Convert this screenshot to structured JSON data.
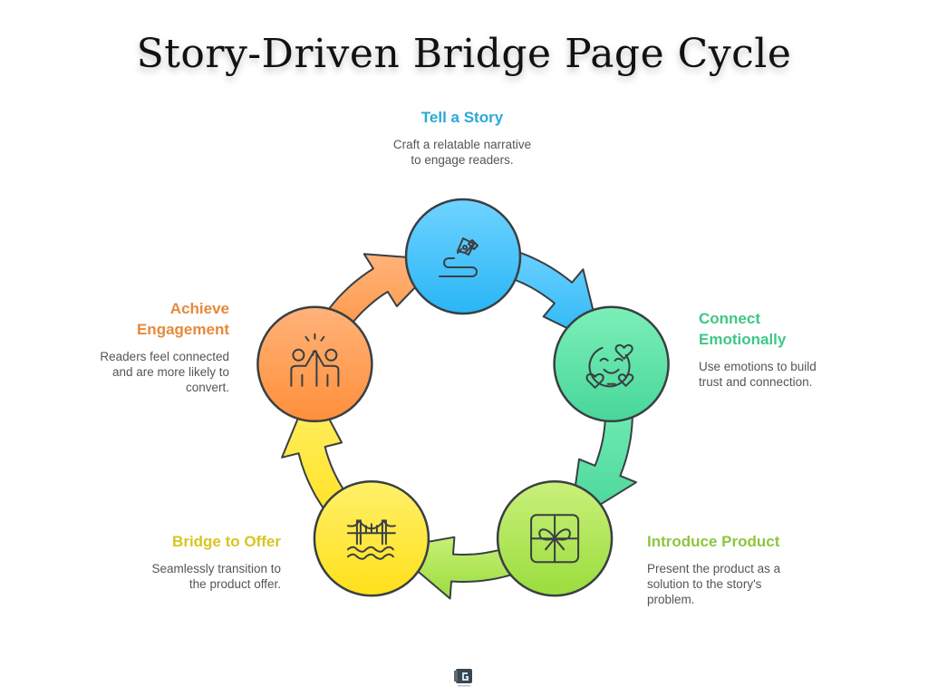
{
  "title": "Story-Driven Bridge Page Cycle",
  "steps": [
    {
      "id": "tell-a-story",
      "title": "Tell a Story",
      "description_lines": [
        "Craft a relatable narrative",
        "to engage readers."
      ],
      "icon": "pen-nib-icon",
      "color": "#29B6F6",
      "color_light": "#6FD3FF",
      "text_color": "#29A9DA"
    },
    {
      "id": "connect-emotionally",
      "title_lines": [
        "Connect",
        "Emotionally"
      ],
      "description_lines": [
        "Use emotions to build",
        "trust and connection."
      ],
      "icon": "smiley-hearts-icon",
      "color": "#48D69A",
      "color_light": "#7BF0B8",
      "text_color": "#3FC786"
    },
    {
      "id": "introduce-product",
      "title": "Introduce Product",
      "description_lines": [
        "Present the product as a",
        "solution to the story's",
        "problem."
      ],
      "icon": "gift-box-icon",
      "color": "#9BDD3D",
      "color_light": "#C9F07A",
      "text_color": "#8CC63F"
    },
    {
      "id": "bridge-to-offer",
      "title": "Bridge to Offer",
      "description_lines": [
        "Seamlessly transition to",
        "the product offer."
      ],
      "icon": "bridge-icon",
      "color": "#FFE01A",
      "color_light": "#FFF06A",
      "text_color": "#D9C520"
    },
    {
      "id": "achieve-engagement",
      "title_lines": [
        "Achieve",
        "Engagement"
      ],
      "description_lines": [
        "Readers feel connected",
        "and are more likely to",
        "convert."
      ],
      "icon": "high-five-icon",
      "color": "#FF9A4A",
      "color_light": "#FFB37A",
      "text_color": "#E8893A"
    }
  ],
  "stroke_color": "#3A3F44",
  "logo": "brand-logo-icon"
}
